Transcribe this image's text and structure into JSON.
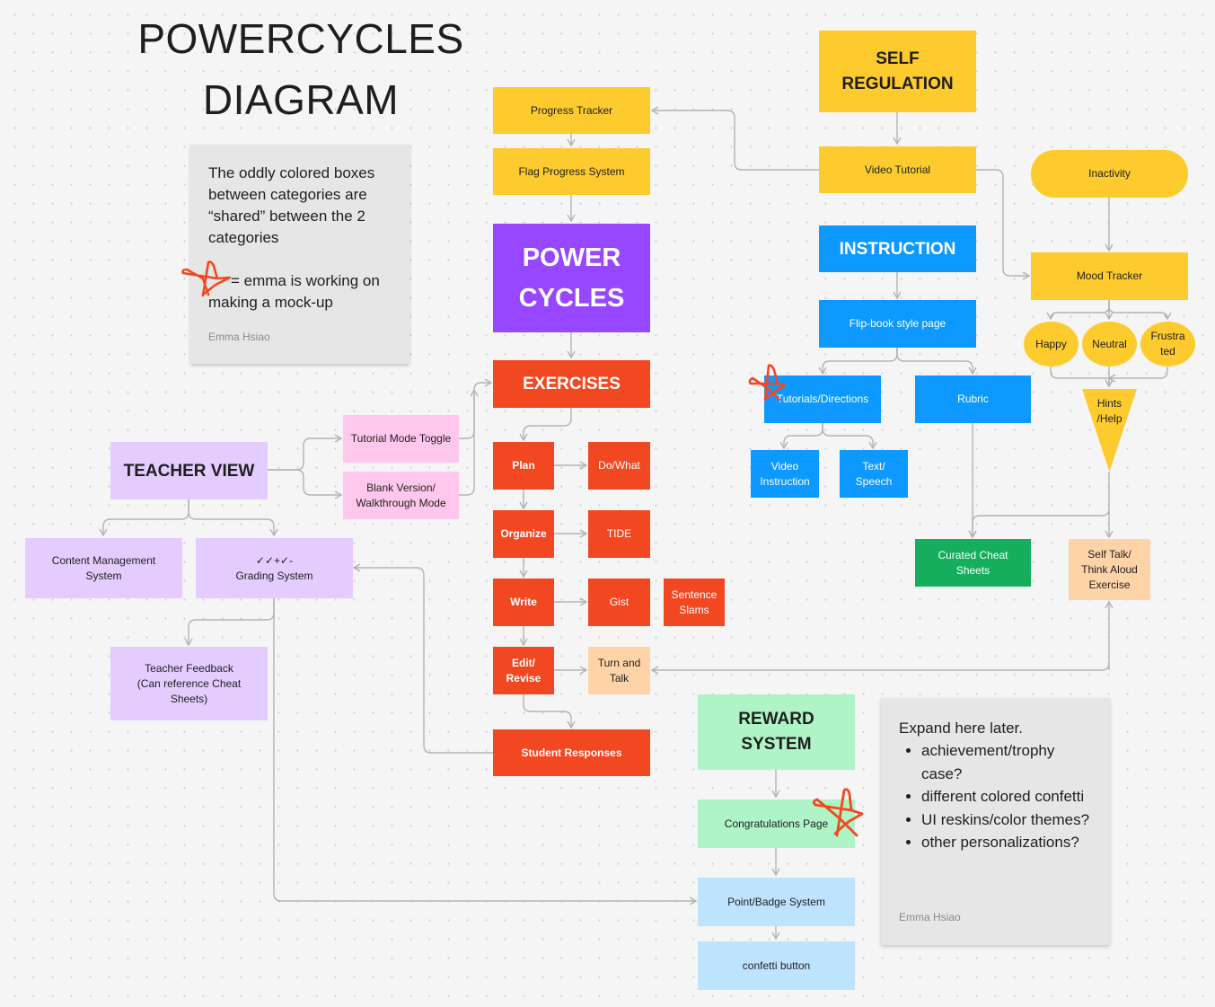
{
  "title": {
    "line1": "POWERCYCLES",
    "line2": "DIAGRAM"
  },
  "note_left": {
    "text": "The oddly colored boxes between categories are “shared” between the 2 categories",
    "legend": "= emma is working on making a mock-up",
    "author": "Emma Hsiao"
  },
  "note_right": {
    "heading": "Expand here later.",
    "items": [
      "achievement/trophy case?",
      "different colored confetti",
      "UI reskins/color themes?",
      "other personalizations?"
    ],
    "author": "Emma Hsiao"
  },
  "colors": {
    "yellow": "#fdcb2e",
    "purple": "#9747ff",
    "red": "#f24822",
    "blue": "#0d99ff",
    "green": "#14ae5c",
    "light_purple": "#e4ccff",
    "pink": "#ffc7eb",
    "peach": "#ffd3a8",
    "light_green": "#aff4c6",
    "light_blue": "#bde3ff",
    "star": "#f24822",
    "connector": "#b3b3b3"
  },
  "nodes": {
    "progress_tracker": "Progress Tracker",
    "flag_progress": "Flag Progress System",
    "power_cycles": "POWER\nCYCLES",
    "exercises": "EXERCISES",
    "plan": "Plan",
    "do_what": "Do/What",
    "organize": "Organize",
    "tide": "TIDE",
    "write": "Write",
    "gist": "Gist",
    "sentence_slams": "Sentence\nSlams",
    "edit_revise": "Edit/\nRevise",
    "turn_talk": "Turn and\nTalk",
    "student_responses": "Student Responses",
    "self_regulation": "SELF\nREGULATION",
    "video_tutorial": "Video Tutorial",
    "inactivity": "Inactivity",
    "mood_tracker": "Mood Tracker",
    "happy": "Happy",
    "neutral": "Neutral",
    "frustrated": "Frustra\nted",
    "hints_help": "Hints\n/Help",
    "instruction": "INSTRUCTION",
    "flipbook": "Flip-book style page",
    "tutorials_directions": "Tutorials/Directions",
    "rubric": "Rubric",
    "video_instruction": "Video\nInstruction",
    "text_speech": "Text/\nSpeech",
    "curated_cheat": "Curated Cheat\nSheets",
    "self_talk": "Self Talk/\nThink Aloud\nExercise",
    "teacher_view": "TEACHER VIEW",
    "tutorial_mode": "Tutorial Mode Toggle",
    "blank_version": "Blank Version/\nWalkthrough Mode",
    "content_mgmt": "Content Management\nSystem",
    "grading": "✓✓+✓-\nGrading System",
    "teacher_feedback": "Teacher Feedback\n(Can reference Cheat\nSheets)",
    "reward_system": "REWARD\nSYSTEM",
    "congrats": "Congratulations Page",
    "point_badge": "Point/Badge System",
    "confetti": "confetti button"
  }
}
